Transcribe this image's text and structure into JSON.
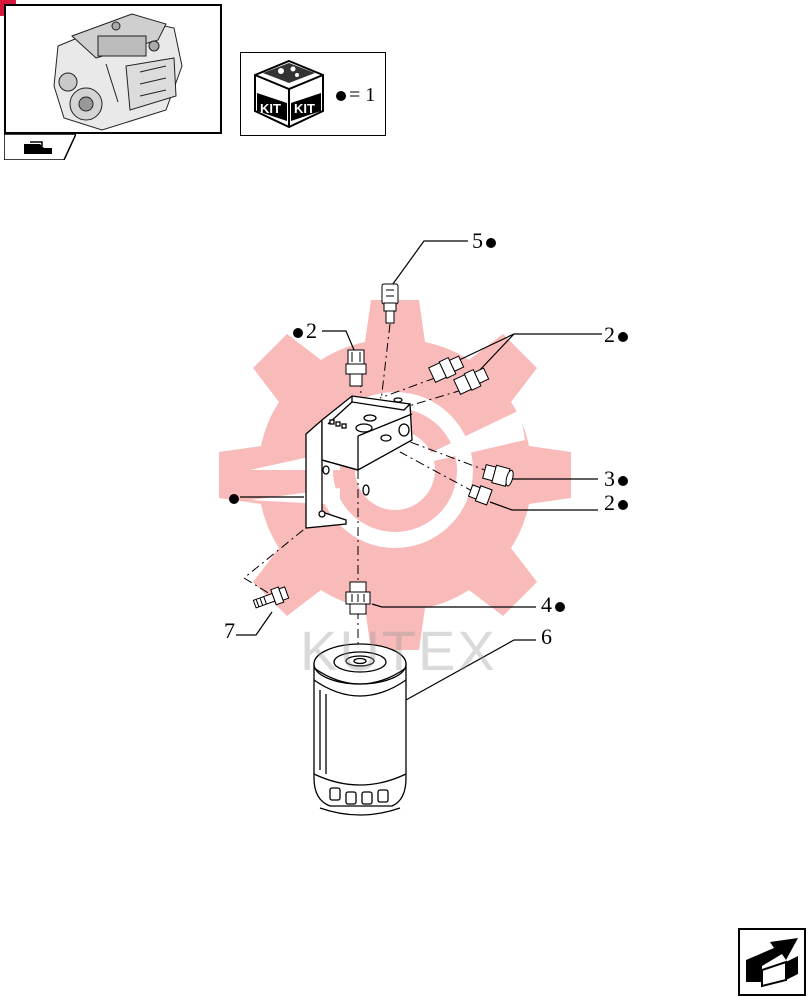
{
  "watermark": {
    "text": "KUTEX",
    "color": "#f03c3c"
  },
  "kit_legend": {
    "label_left": "KIT",
    "label_right": "KIT",
    "equals_text": "= 1"
  },
  "callouts": {
    "c5": {
      "number": "5"
    },
    "c2_left": {
      "number": "2"
    },
    "c2_right": {
      "number": "2"
    },
    "c3": {
      "number": "3"
    },
    "c2_lower": {
      "number": "2"
    },
    "c4": {
      "number": "4"
    },
    "c6": {
      "number": "6"
    },
    "c7": {
      "number": "7"
    }
  },
  "icons": [
    "engine-thumbnail-icon",
    "kit-box-icon",
    "next-page-arrow-icon",
    "folder-arrow-icon"
  ]
}
